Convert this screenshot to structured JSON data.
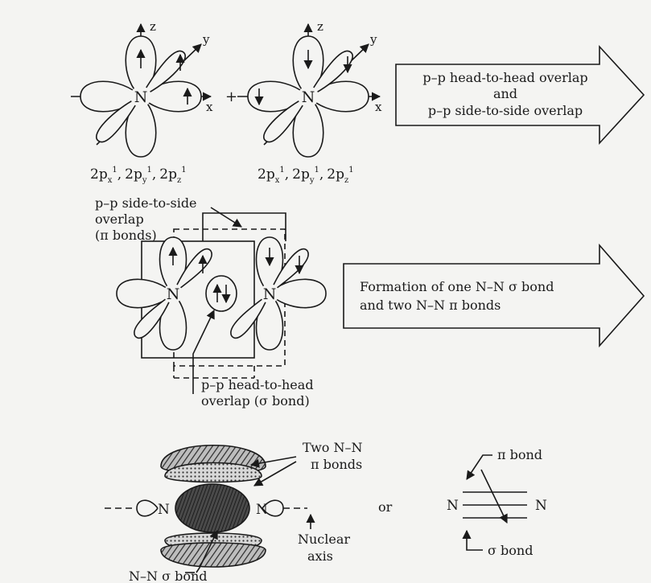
{
  "atom_symbol": "N",
  "axes": {
    "x": "x",
    "y": "y",
    "z": "z"
  },
  "electron_config": {
    "base": [
      "2p",
      "2p",
      "2p"
    ],
    "subscripts": [
      "x",
      "y",
      "z"
    ],
    "superscript": "1",
    "separator": ","
  },
  "plus_sign": "+",
  "arrow_box_1": {
    "line1": "p–p head-to-head overlap",
    "line2": "and",
    "line3": "p–p side-to-side overlap"
  },
  "arrow_box_2": {
    "line1": "Formation of one N–N σ bond",
    "line2": "and two N–N π bonds"
  },
  "label_side_overlap": {
    "line1": "p–p side-to-side",
    "line2": "overlap",
    "line3": "(π bonds)"
  },
  "label_head_overlap": {
    "line1": "p–p head-to-head",
    "line2": "overlap (σ bond)"
  },
  "label_two_pi": {
    "line1": "Two N–N",
    "line2": "π bonds"
  },
  "label_nuclear_axis": {
    "line1": "Nuclear",
    "line2": "axis"
  },
  "label_sigma": "N–N σ bond",
  "or_text": "or",
  "label_pi_bond": "π bond",
  "label_sigma_bond": "σ bond"
}
